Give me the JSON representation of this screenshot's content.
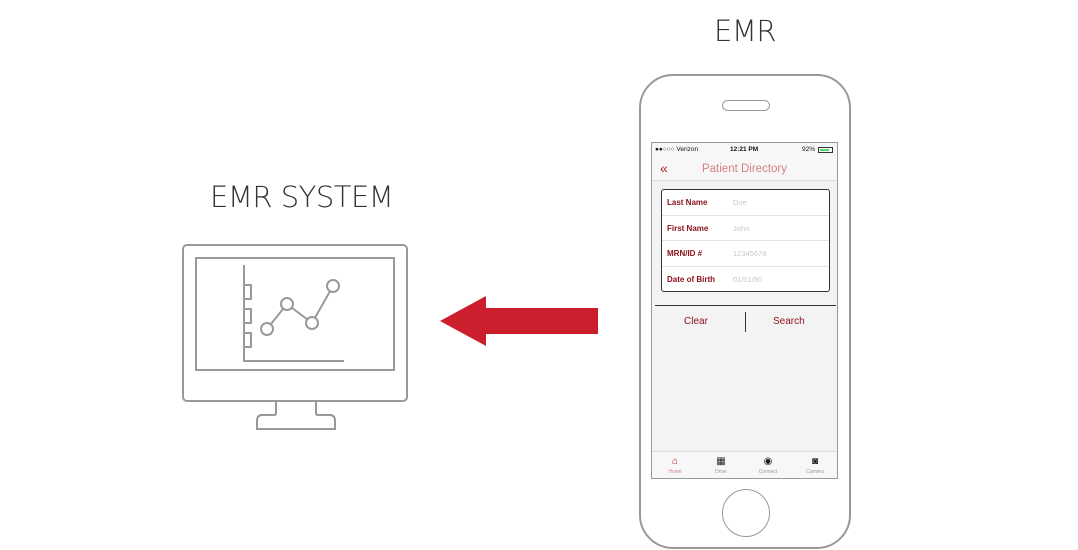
{
  "labels": {
    "system": "EMR SYSTEM",
    "phone": "EMR"
  },
  "colors": {
    "accent": "#b01c24",
    "arrow": "#cc1f2d",
    "outline": "#999999"
  },
  "phone": {
    "status": {
      "carrier": "●●○○○ Verizon",
      "time": "12:21 PM",
      "battery": "92%"
    },
    "nav": {
      "title": "Patient Directory",
      "back_icon": "«"
    },
    "form": [
      {
        "label": "Last Name",
        "placeholder": "Doe"
      },
      {
        "label": "First Name",
        "placeholder": "John"
      },
      {
        "label": "MRN/ID #",
        "placeholder": "12345678"
      },
      {
        "label": "Date of Birth",
        "placeholder": "01/01/90"
      }
    ],
    "actions": {
      "clear": "Clear",
      "search": "Search"
    },
    "tabs": [
      {
        "label": "Home",
        "icon": "home-icon"
      },
      {
        "label": "Drive",
        "icon": "drive-icon"
      },
      {
        "label": "Connect",
        "icon": "connect-icon"
      },
      {
        "label": "Camera",
        "icon": "camera-icon"
      }
    ]
  }
}
